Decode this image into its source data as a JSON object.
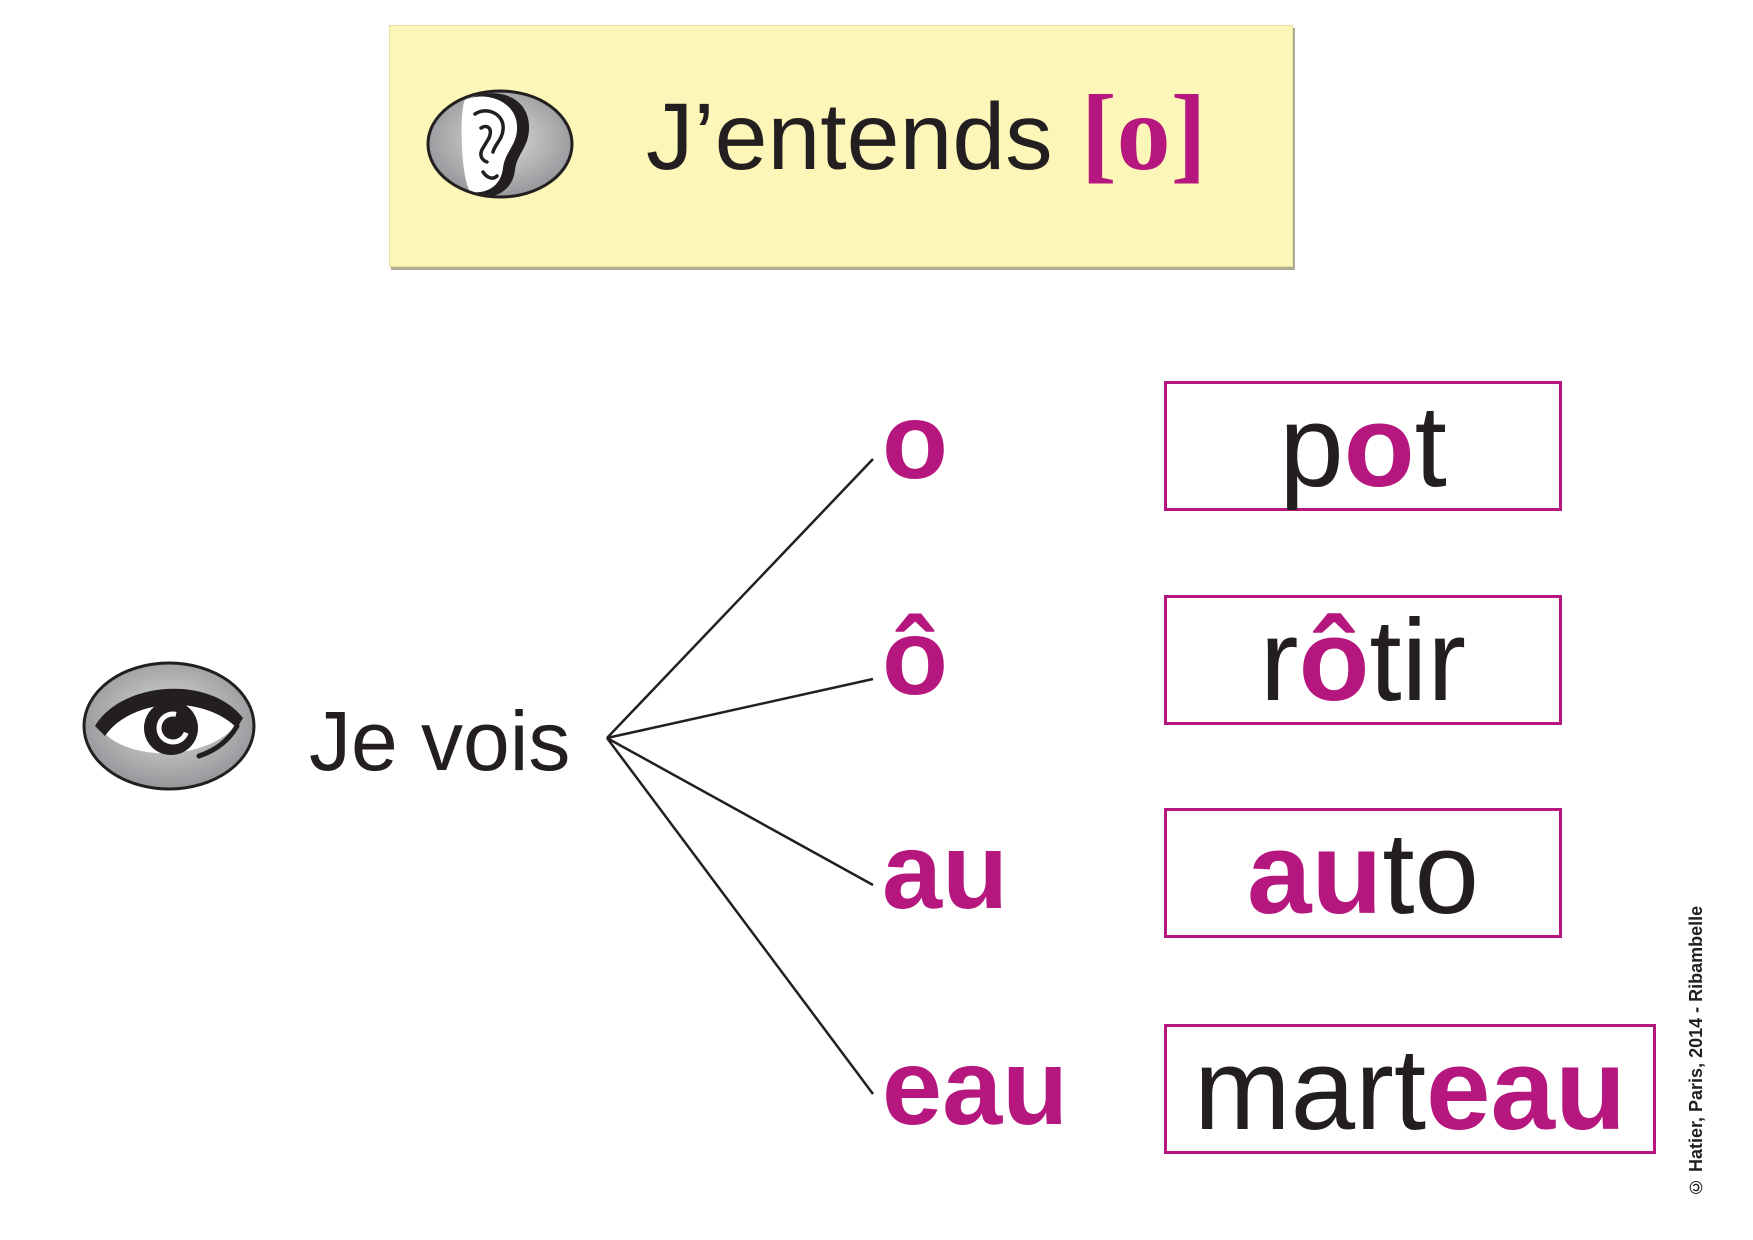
{
  "title": {
    "text": "J’entends",
    "phoneme": "[o]"
  },
  "see_label": "Je vois",
  "graphemes": [
    "o",
    "ô",
    "au",
    "eau"
  ],
  "words": [
    {
      "parts": [
        {
          "text": "p",
          "highlight": false
        },
        {
          "text": "o",
          "highlight": true
        },
        {
          "text": "t",
          "highlight": false
        }
      ]
    },
    {
      "parts": [
        {
          "text": "r",
          "highlight": false
        },
        {
          "text": "ô",
          "highlight": true
        },
        {
          "text": "tir",
          "highlight": false
        }
      ]
    },
    {
      "parts": [
        {
          "text": "au",
          "highlight": true
        },
        {
          "text": "to",
          "highlight": false
        }
      ]
    },
    {
      "parts": [
        {
          "text": "mart",
          "highlight": false
        },
        {
          "text": "eau",
          "highlight": true
        }
      ]
    }
  ],
  "copyright": "© Hatier, Paris, 2014 - Ribambelle",
  "icons": {
    "listen": "ear-icon",
    "see": "eye-icon"
  },
  "colors": {
    "accent": "#b5177e",
    "title_background": "#fcf6b8",
    "text": "#231f20"
  }
}
